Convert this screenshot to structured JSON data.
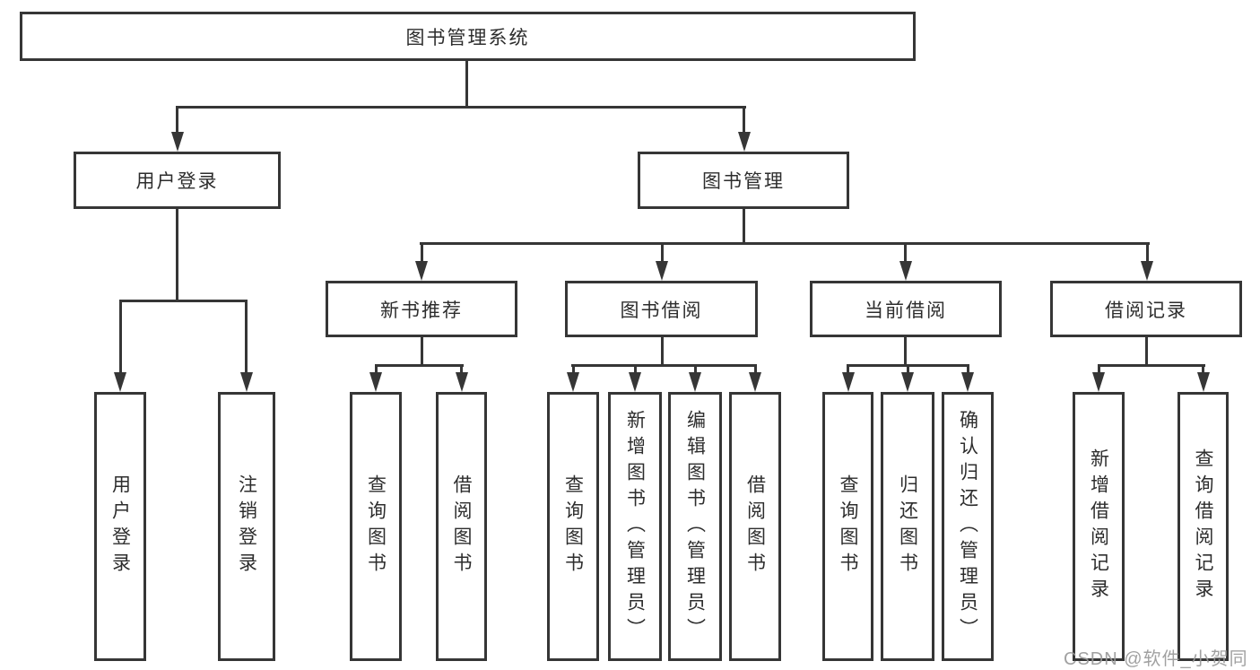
{
  "tree": {
    "root": "图书管理系统",
    "user_login": {
      "label": "用户登录",
      "children": [
        {
          "label": "用户登录"
        },
        {
          "label": "注销登录"
        }
      ]
    },
    "book_mgmt": {
      "label": "图书管理",
      "sections": {
        "new_books": {
          "label": "新书推荐",
          "children": [
            {
              "label": "查询图书"
            },
            {
              "label": "借阅图书"
            }
          ]
        },
        "borrowing": {
          "label": "图书借阅",
          "children": [
            {
              "label": "查询图书"
            },
            {
              "label": "新增图书（管理员）"
            },
            {
              "label": "编辑图书（管理员）"
            },
            {
              "label": "借阅图书"
            }
          ]
        },
        "current": {
          "label": "当前借阅",
          "children": [
            {
              "label": "查询图书"
            },
            {
              "label": "归还图书"
            },
            {
              "label": "确认归还（管理员）"
            }
          ]
        },
        "records": {
          "label": "借阅记录",
          "children": [
            {
              "label": "新增借阅记录"
            },
            {
              "label": "查询借阅记录"
            }
          ]
        }
      }
    }
  },
  "watermark": {
    "text": "CSDN @软件_小贺同学"
  },
  "colors": {
    "line": "#363636",
    "text": "#2d2d2d",
    "background": "#ffffff",
    "watermark": "#999999"
  }
}
